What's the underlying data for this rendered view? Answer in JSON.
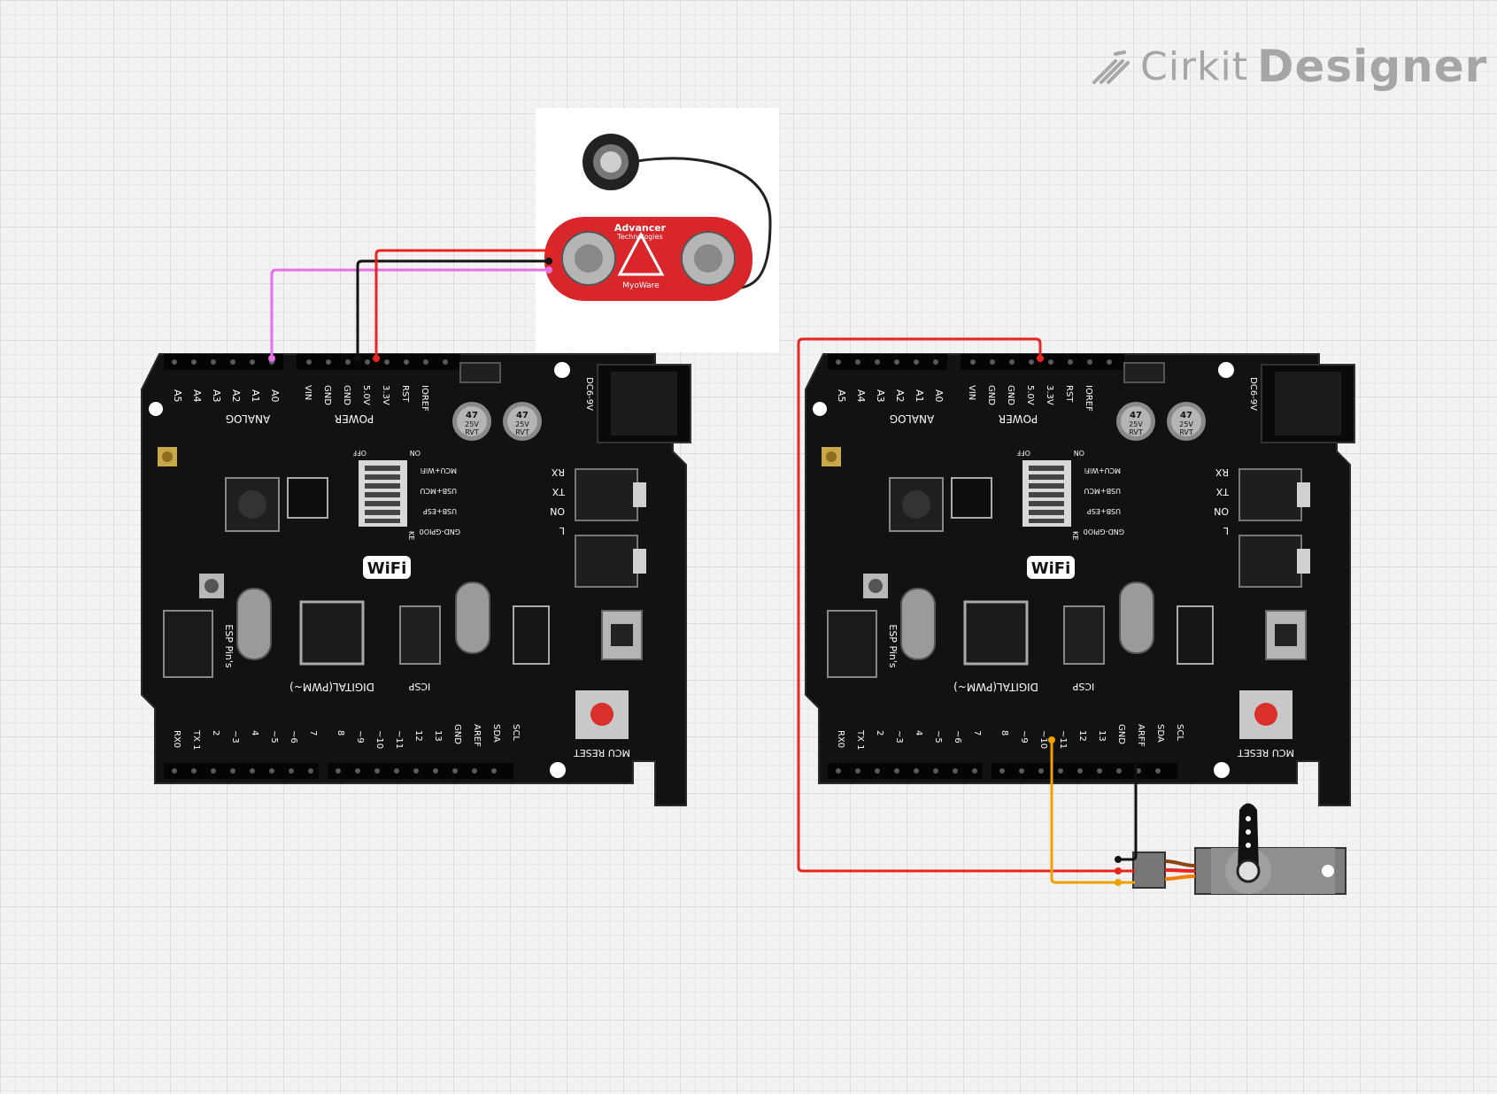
{
  "branding": {
    "brand": "Cirkit",
    "product": "Designer",
    "logo_icon": "pencil-stripes-icon"
  },
  "sensor": {
    "label_line1": "Advancer",
    "label_line2": "Technologies",
    "name": "MyoWare"
  },
  "board": {
    "analog_label": "ANALOG",
    "power_label": "POWER",
    "digital_label": "DIGITAL(PWM~)",
    "icsp_label": "ICSP",
    "esp_label": "ESP Pin's",
    "reset_label": "MCU RESET",
    "wifi_label": "WiFi",
    "dc_label": "DC6-9V",
    "cap_value": "47",
    "cap_voltage": "25V",
    "cap_type": "RVT",
    "analog_pins": [
      "A5",
      "A4",
      "A3",
      "A2",
      "A1",
      "A0"
    ],
    "power_pins": [
      "VIN",
      "GND",
      "GND",
      "5.0V",
      "3.3V",
      "RST",
      "IOREF"
    ],
    "digital_pins": [
      "RX0",
      "TX 1",
      "2",
      "~3",
      "4",
      "~5",
      "~6",
      "7",
      "8",
      "~9",
      "~10",
      "~11",
      "12",
      "13",
      "GND",
      "AREF",
      "SDA",
      "SCL"
    ],
    "status_leds": [
      "RX",
      "TX",
      "ON",
      "L"
    ],
    "switch_labels": [
      "MCU+WiFi",
      "USB+MCU",
      "USB+ESP",
      "GND-GPIO0"
    ],
    "dip_on": "ON",
    "dip_off": "OFF",
    "dip_ke": "KE"
  },
  "wire_colors": {
    "red": "#e8251f",
    "black": "#111111",
    "pink": "#e66ee6",
    "orange": "#f0a000"
  }
}
